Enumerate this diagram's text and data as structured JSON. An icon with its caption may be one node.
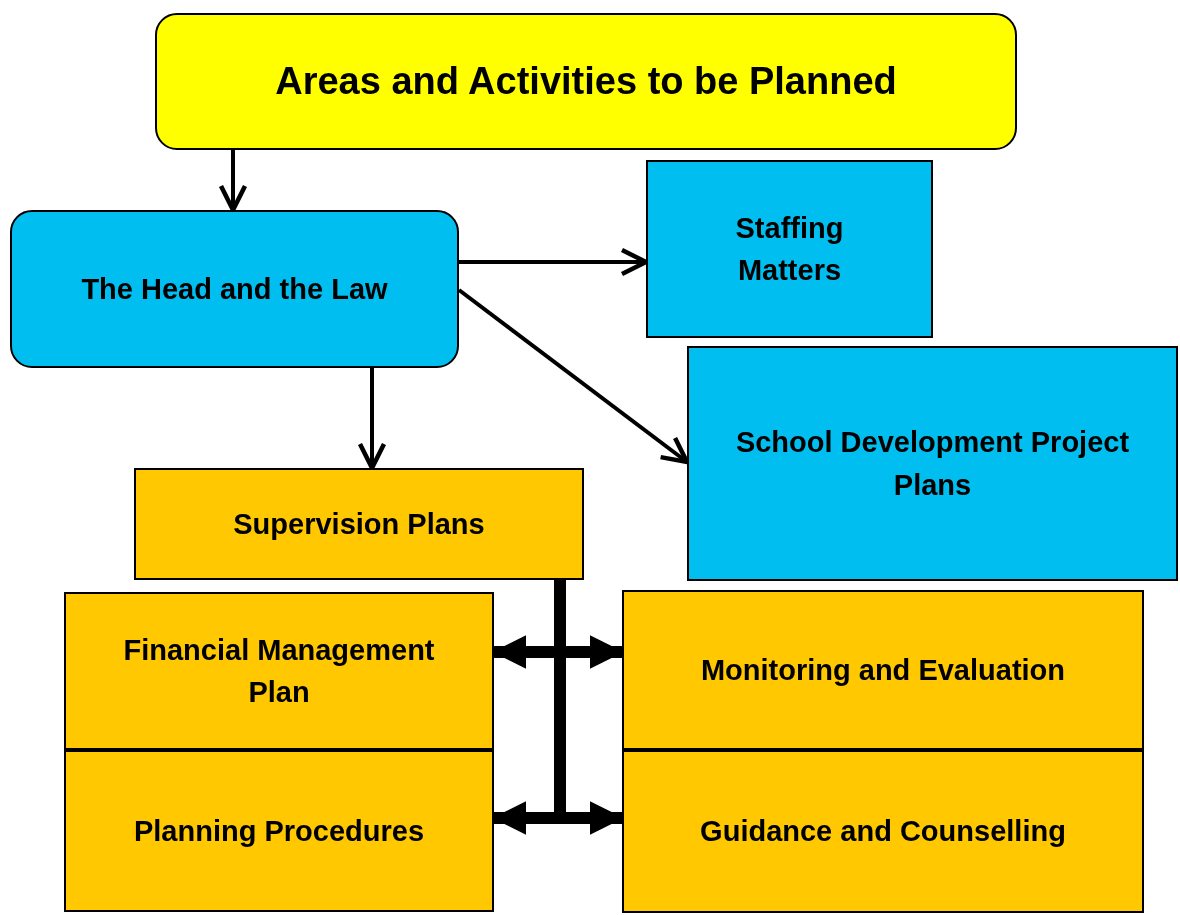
{
  "diagram": {
    "nodes": [
      {
        "text": [
          "Areas and Activities to be Planned"
        ]
      },
      {
        "text": [
          "The Head and the Law"
        ]
      },
      {
        "text": [
          "Staffing Matters"
        ]
      },
      {
        "text": [
          "School Development Project Plans"
        ]
      },
      {
        "text": [
          "Supervision Plans"
        ]
      },
      {
        "text": [
          "Financial Management Plan"
        ]
      },
      {
        "text": [
          "Monitoring and Evaluation"
        ]
      },
      {
        "text": [
          "Planning Procedures"
        ]
      },
      {
        "text": [
          "Guidance and Counselling"
        ]
      }
    ],
    "edges": [
      {
        "from": 0,
        "to": 1,
        "arrow": "to"
      },
      {
        "from": 1,
        "to": 2,
        "arrow": "to"
      },
      {
        "from": 1,
        "to": 3,
        "arrow": "to"
      },
      {
        "from": 1,
        "to": 4,
        "arrow": "to"
      },
      {
        "from": 4,
        "to": 5,
        "arrow": "to",
        "style": "thick"
      },
      {
        "from": 4,
        "to": 6,
        "arrow": "to",
        "style": "thick"
      },
      {
        "from": 4,
        "to": 7,
        "arrow": "to",
        "style": "thick"
      },
      {
        "from": 4,
        "to": 8,
        "arrow": "to",
        "style": "thick"
      }
    ]
  }
}
